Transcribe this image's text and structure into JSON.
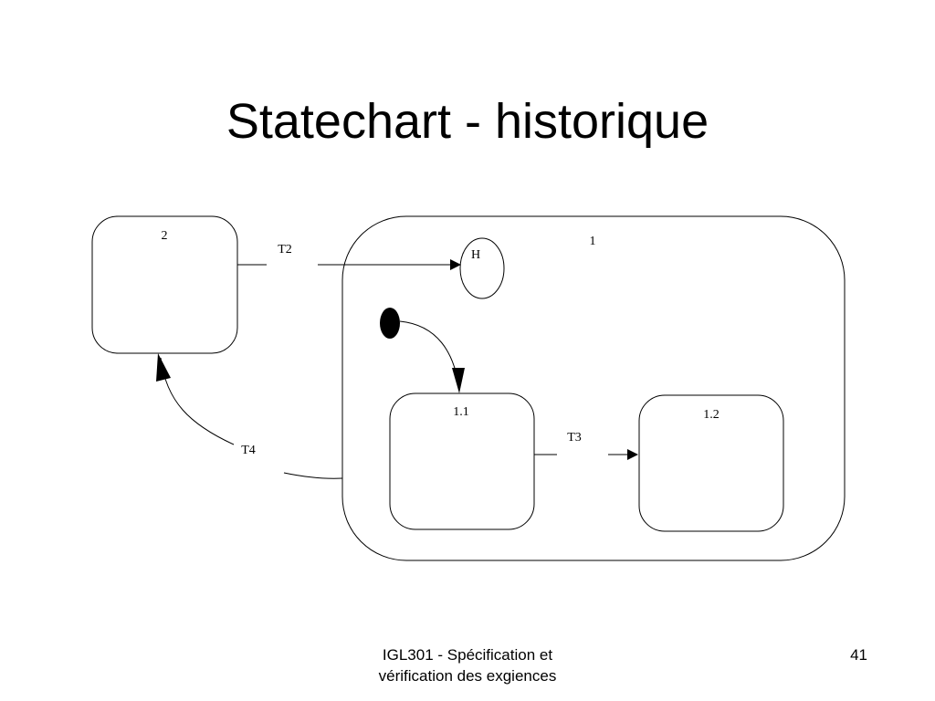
{
  "slide": {
    "title": "Statechart - historique",
    "footer_line1": "IGL301 - Spécification et",
    "footer_line2": "vérification des exgiences",
    "page_number": "41"
  },
  "diagram": {
    "states": {
      "state_2": "2",
      "state_1": "1",
      "state_1_1": "1.1",
      "state_1_2": "1.2",
      "history": "H"
    },
    "transitions": {
      "t2": "T2",
      "t3": "T3",
      "t4": "T4"
    }
  }
}
